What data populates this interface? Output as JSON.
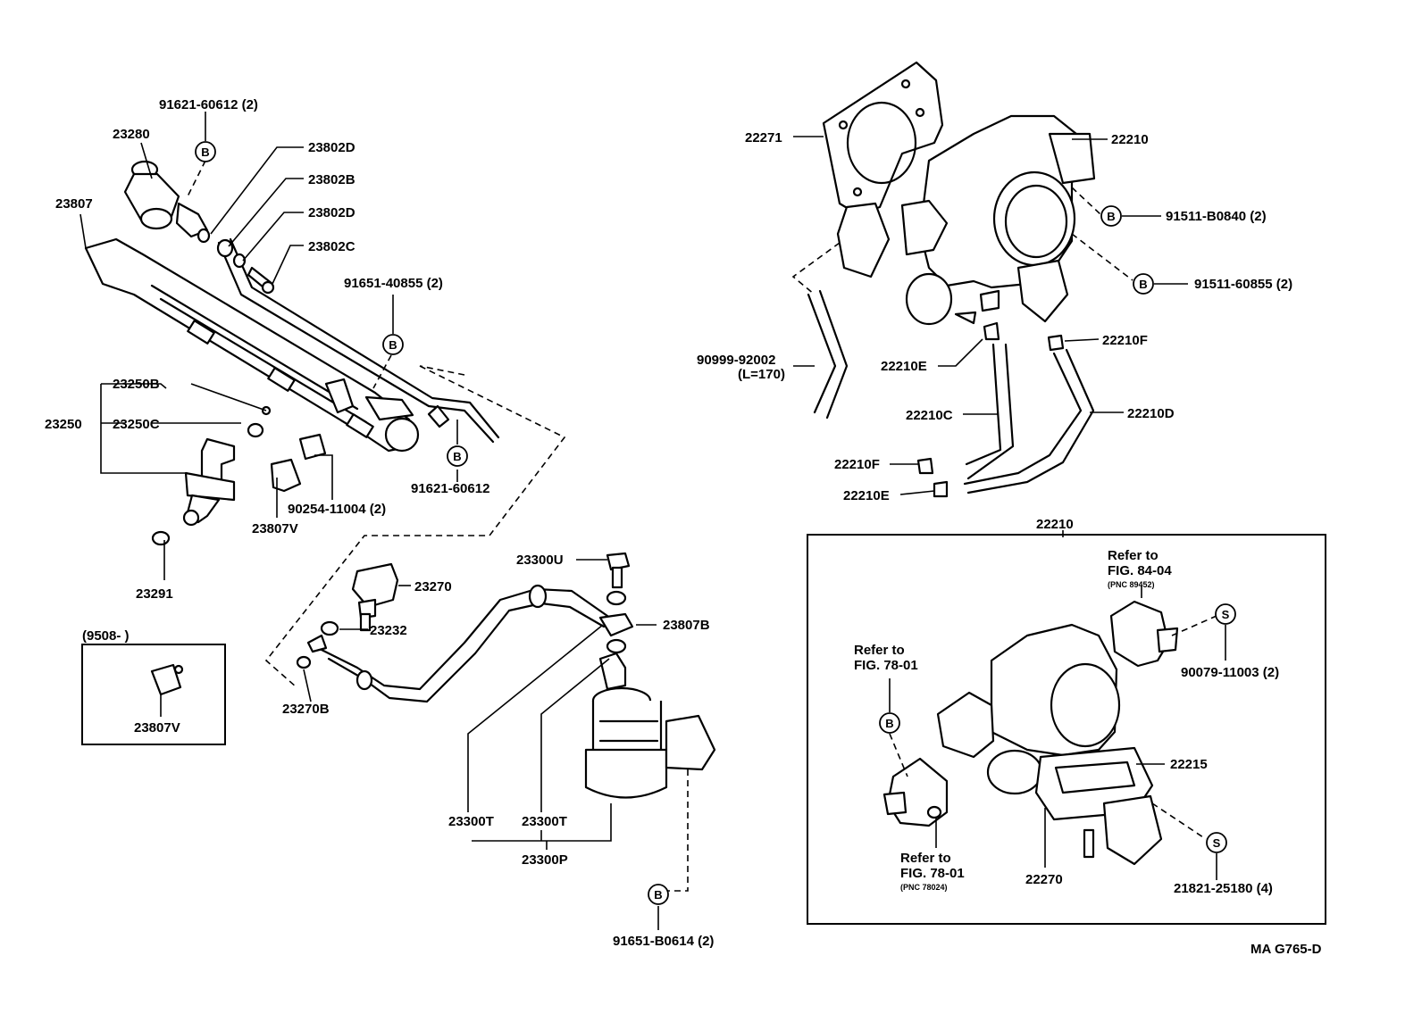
{
  "labels": {
    "p9162160612_top": "91621-60612 (2)",
    "p23280": "23280",
    "p23807": "23807",
    "p23802D_a": "23802D",
    "p23802B": "23802B",
    "p23802D_b": "23802D",
    "p23802C": "23802C",
    "p9165140855": "91651-40855 (2)",
    "p23250B": "23250B",
    "p23250": "23250",
    "p23250C": "23250C",
    "p9162160612_b": "91621-60612",
    "p9025411004": "90254-11004 (2)",
    "p23807V": "23807V",
    "p23291": "23291",
    "inset_range": "(9508-        )",
    "p23807V_inset": "23807V",
    "p23270": "23270",
    "p23232": "23232",
    "p23270B": "23270B",
    "p23300U": "23300U",
    "p23807B": "23807B",
    "p23300T_a": "23300T",
    "p23300T_b": "23300T",
    "p23300P": "23300P",
    "p91651B0614": "91651-B0614 (2)",
    "p22271": "22271",
    "p22210_top": "22210",
    "p91511B0840": "91511-B0840 (2)",
    "p9151160855": "91511-60855 (2)",
    "p9099992002": "90999-92002",
    "p_len": "(L=170)",
    "p22210E_a": "22210E",
    "p22210F_a": "22210F",
    "p22210C": "22210C",
    "p22210D": "22210D",
    "p22210F_b": "22210F",
    "p22210E_b": "22210E",
    "p22210_box": "22210",
    "ref_84_1": "Refer to",
    "ref_84_2": "FIG. 84-04",
    "ref_84_pnc": "(PNC 89452)",
    "ref_78a_1": "Refer to",
    "ref_78a_2": "FIG. 78-01",
    "ref_78b_1": "Refer to",
    "ref_78b_2": "FIG. 78-01",
    "ref_78b_pnc": "(PNC 78024)",
    "p9007911003": "90079-11003 (2)",
    "p22215": "22215",
    "p22270": "22270",
    "p2182125180": "21821-25180 (4)",
    "diagram_code": "MA G765-D"
  },
  "markers": {
    "bolt": "B",
    "screw": "S"
  }
}
